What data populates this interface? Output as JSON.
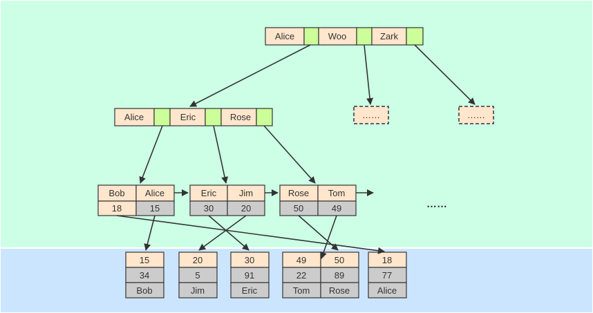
{
  "colors": {
    "index_area": "#ccffe6",
    "data_area": "#cce5ff",
    "key_cell": "#ffe6cc",
    "pointer_cell": "#ccff99",
    "value_cell": "#cccccc",
    "line": "#333333"
  },
  "root": {
    "keys": [
      "Alice",
      "Woo",
      "Zark"
    ]
  },
  "level2": {
    "keys": [
      "Alice",
      "Eric",
      "Rose"
    ]
  },
  "placeholders": [
    "……",
    "……"
  ],
  "leaves": [
    {
      "keys": [
        "Bob",
        "Alice"
      ],
      "values": [
        "18",
        "15"
      ]
    },
    {
      "keys": [
        "Eric",
        "Jim"
      ],
      "values": [
        "30",
        "20"
      ]
    },
    {
      "keys": [
        "Rose",
        "Tom"
      ],
      "values": [
        "50",
        "49"
      ]
    }
  ],
  "ellipsis": "……",
  "rows": [
    {
      "cols": [
        [
          "15",
          "34",
          "Bob"
        ]
      ]
    },
    {
      "cols": [
        [
          "20",
          "5",
          "Jim"
        ]
      ]
    },
    {
      "cols": [
        [
          "30",
          "91",
          "Eric"
        ]
      ]
    },
    {
      "cols": [
        [
          "49",
          "22",
          "Tom"
        ],
        [
          "50",
          "89",
          "Rose"
        ]
      ]
    },
    {
      "cols": [
        [
          "18",
          "77",
          "Alice"
        ]
      ]
    }
  ]
}
